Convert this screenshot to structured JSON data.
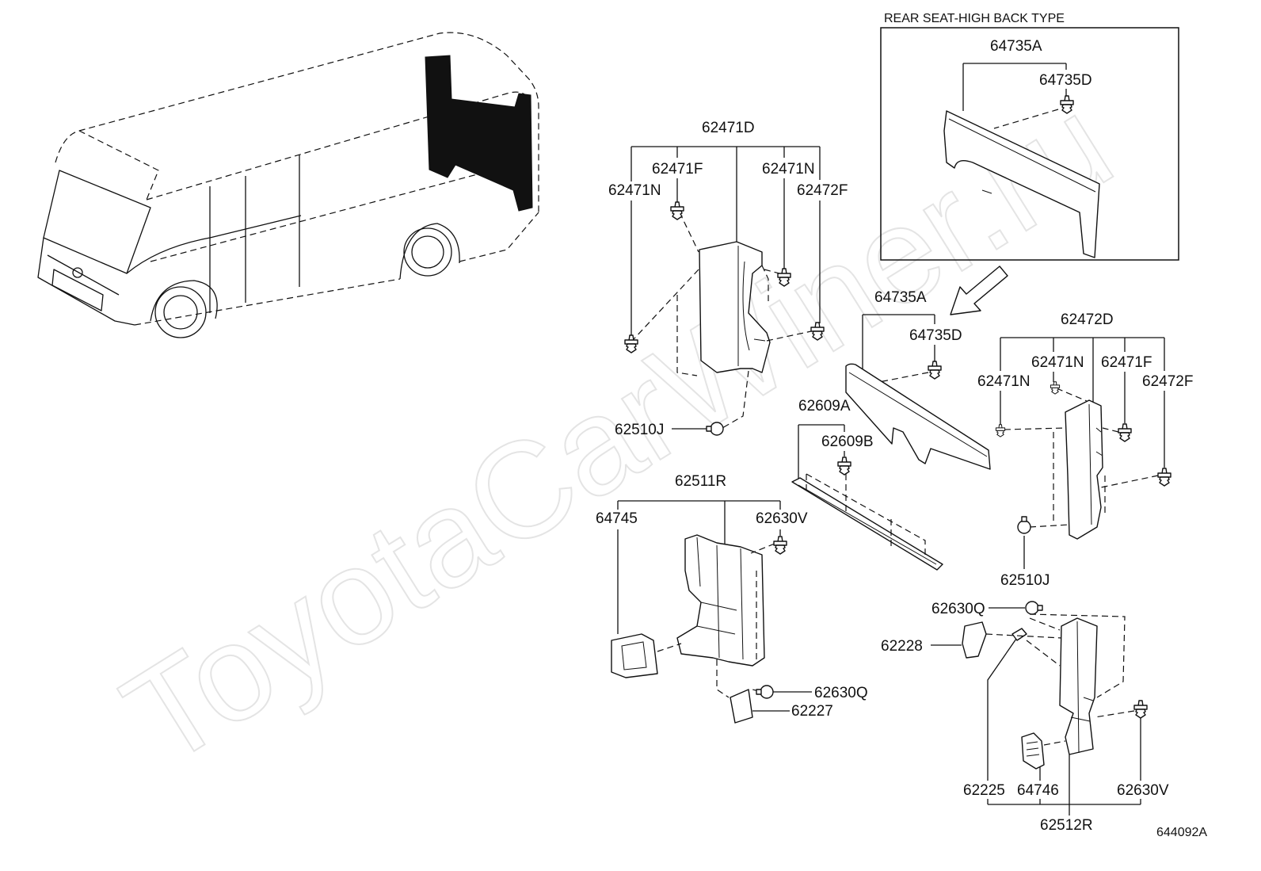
{
  "watermark": "ToyotaCarWiner.ru",
  "figure_id": "644092A",
  "inset": {
    "title": "REAR SEAT-HIGH BACK TYPE",
    "panel": "64735A",
    "clip": "64735D"
  },
  "left_pillar": {
    "assembly": "62471D",
    "clip_f": "62471F",
    "clip_n_upper": "62471N",
    "clip_n_lower": "62471N",
    "clip_f2": "62472F",
    "knob": "62510J"
  },
  "center_panel": {
    "panel": "64735A",
    "clip": "64735D"
  },
  "right_pillar": {
    "assembly": "62472D",
    "clip_n_upper": "62471N",
    "clip_n_lower": "62471N",
    "clip_f": "62471F",
    "clip_f2": "62472F",
    "knob": "62510J"
  },
  "scuff_plate": {
    "assembly": "62609A",
    "clip": "62609B"
  },
  "left_lower_trim": {
    "assembly": "62511R",
    "bracket": "64745",
    "clip_v": "62630V",
    "clip_q": "62630Q",
    "cover": "62227"
  },
  "right_lower_trim": {
    "assembly": "62512R",
    "clip_q": "62630Q",
    "cover_upper": "62228",
    "cover_lower": "62225",
    "bracket": "64746",
    "clip_v": "62630V"
  }
}
